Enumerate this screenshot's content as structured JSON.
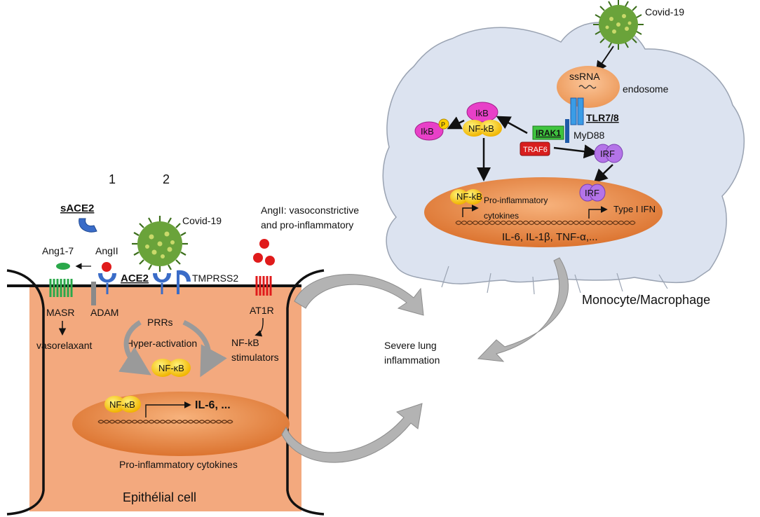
{
  "markers": {
    "one": "1",
    "two": "2"
  },
  "epithelial": {
    "cell_label": "Epithélial cell",
    "sace2": "sACE2",
    "ang17": "Ang1-7",
    "angii": "AngII",
    "ace2": "ACE2",
    "tmprss2": "TMPRSS2",
    "covid": "Covid-19",
    "masr": "MASR",
    "adam": "ADAM",
    "vasorelaxant": "vasorelaxant",
    "prrs": "PRRs",
    "hyper": "Hyper-activation",
    "nfkb": "NF-κB",
    "nfkb_stim_1": "NF-kB",
    "nfkb_stim_2": "stimulators",
    "at1r": "AT1R",
    "angii_desc_1": "AngII: vasoconstrictive",
    "angii_desc_2": "and pro-inflammatory",
    "nucleus_nfkb": "NF-κB",
    "il6": "IL-6, ...",
    "cytokines": "Pro-inflammatory cytokines"
  },
  "center": {
    "line1": "Severe lung",
    "line2": "inflammation"
  },
  "macrophage": {
    "label": "Monocyte/Macrophage",
    "covid": "Covid-19",
    "ssrna": "ssRNA",
    "endosome": "endosome",
    "tlr": "TLR7/8",
    "myd88": "MyD88",
    "irak1": "IRAK1",
    "traf6": "TRAF6",
    "ikb": "IkB",
    "ikbp": "IkB",
    "p": "P",
    "nfkb": "NF-kB",
    "irf": "IRF",
    "nucleus_nfkb": "NF-kB",
    "pro_infl_1": "Pro-inflammatory",
    "pro_infl_2": "cytokines",
    "nucleus_irf": "IRF",
    "type1": "Type I IFN",
    "cytokine_list": "IL-6, IL-1β, TNF-α,..."
  },
  "colors": {
    "cell_fill": "#f3a97e",
    "macrophage_fill": "#dce3f0",
    "nucleus": "#e8843f",
    "virus": "#6aa33a",
    "nfkb": "#ffd000",
    "ikb": "#e840c8",
    "irf": "#b474e8",
    "receptor_blue": "#3a6cc8",
    "irak1": "#3fc43f",
    "traf6": "#d81e1e",
    "at1r": "#e01b1b",
    "masr": "#2aa84a"
  }
}
